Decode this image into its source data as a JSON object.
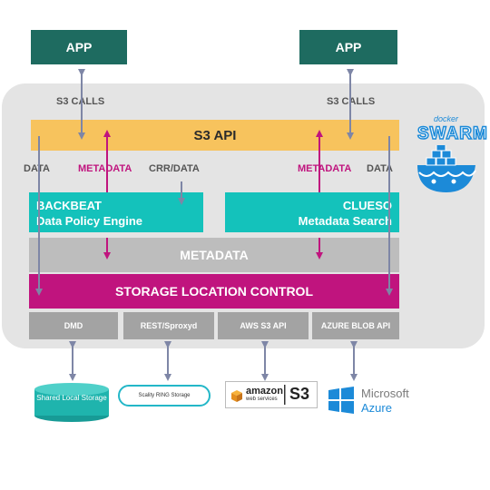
{
  "apps": {
    "left": "APP",
    "right": "APP"
  },
  "calls": {
    "left": "S3 CALLS",
    "right": "S3 CALLS"
  },
  "s3api": "S3 API",
  "labels": {
    "data_left": "DATA",
    "metadata_left": "METADATA",
    "crr_data": "CRR/DATA",
    "metadata_right": "METADATA",
    "data_right": "DATA"
  },
  "backbeat": {
    "title": "BACKBEAT",
    "subtitle": "Data Policy Engine"
  },
  "clueso": {
    "title": "CLUESO",
    "subtitle": "Metadata Search"
  },
  "metadata_bar": "METADATA",
  "storage_control": "STORAGE LOCATION CONTROL",
  "backends": [
    "DMD",
    "REST/Sproxyd",
    "AWS S3 API",
    "AZURE BLOB API"
  ],
  "storage": {
    "shared_local": "Shared Local Storage",
    "ring": "Scality RING Storage",
    "amazon": "amazon",
    "amazon_sub": "web services",
    "s3": "S3",
    "microsoft": "Microsoft",
    "azure": "Azure",
    "docker": "docker",
    "swarm": "SWARM"
  },
  "colors": {
    "app": "#1e6b60",
    "s3api": "#f7c35d",
    "teal": "#14c2bb",
    "metadata": "#bdbdbd",
    "storage_control": "#c0147e",
    "backend": "#a3a3a3",
    "arrow_gray": "#7e86a6",
    "arrow_magenta": "#c0147e"
  }
}
